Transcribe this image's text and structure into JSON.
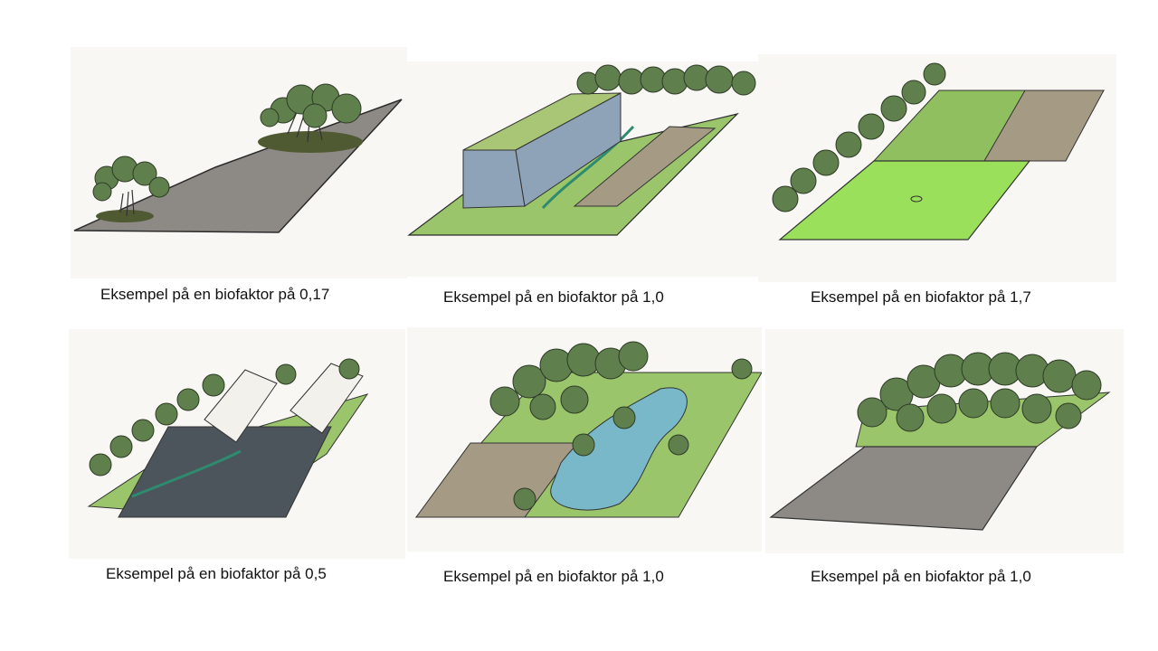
{
  "examples": [
    {
      "caption": "Eksempel på en biofaktor på 0,17"
    },
    {
      "caption": "Eksempel på en biofaktor på 1,0"
    },
    {
      "caption": "Eksempel på en biofaktor på 1,7"
    },
    {
      "caption": "Eksempel på en biofaktor på 0,5"
    },
    {
      "caption": "Eksempel på en biofaktor på 1,0"
    },
    {
      "caption": "Eksempel på en biofaktor på 1,0"
    }
  ],
  "colors": {
    "panel_background": "#f8f7f3",
    "paved_gray": "#8d8a85",
    "tree_green": "#5f7f4d",
    "grass_green": "#9bc56b",
    "lawn_bright": "#9be05a",
    "building_blue": "#8fa3b8",
    "water_blue": "#79b8c9",
    "dirt_brown": "#a59a84",
    "asphalt_dark": "#4c555c"
  }
}
